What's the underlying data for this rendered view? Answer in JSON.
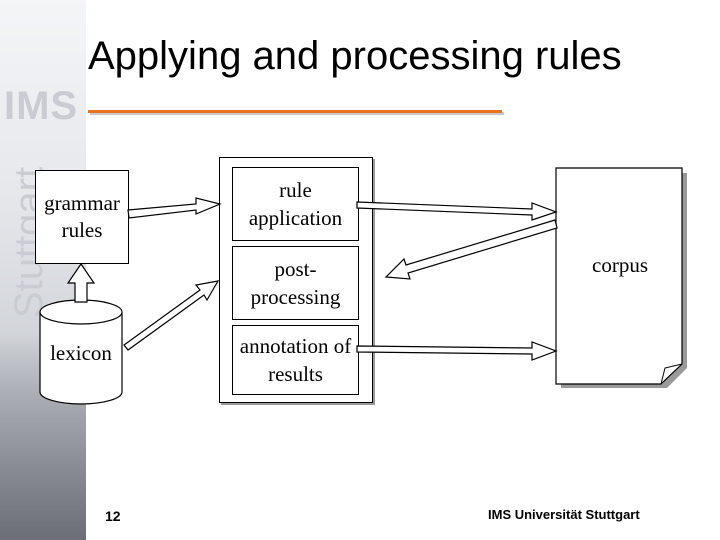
{
  "slide": {
    "title": "Applying and processing rules",
    "page_number": "12",
    "footer": "IMS Universität Stuttgart",
    "brand_watermark": "IMS",
    "brand_vertical": "Stuttgart"
  },
  "diagram": {
    "grammar_rules": "grammar rules",
    "lexicon": "lexicon",
    "rule_application": "rule application",
    "post_processing": "post-processing",
    "annotation_of_results": "annotation of results",
    "corpus": "corpus"
  },
  "colors": {
    "accent": "#e8741e"
  }
}
